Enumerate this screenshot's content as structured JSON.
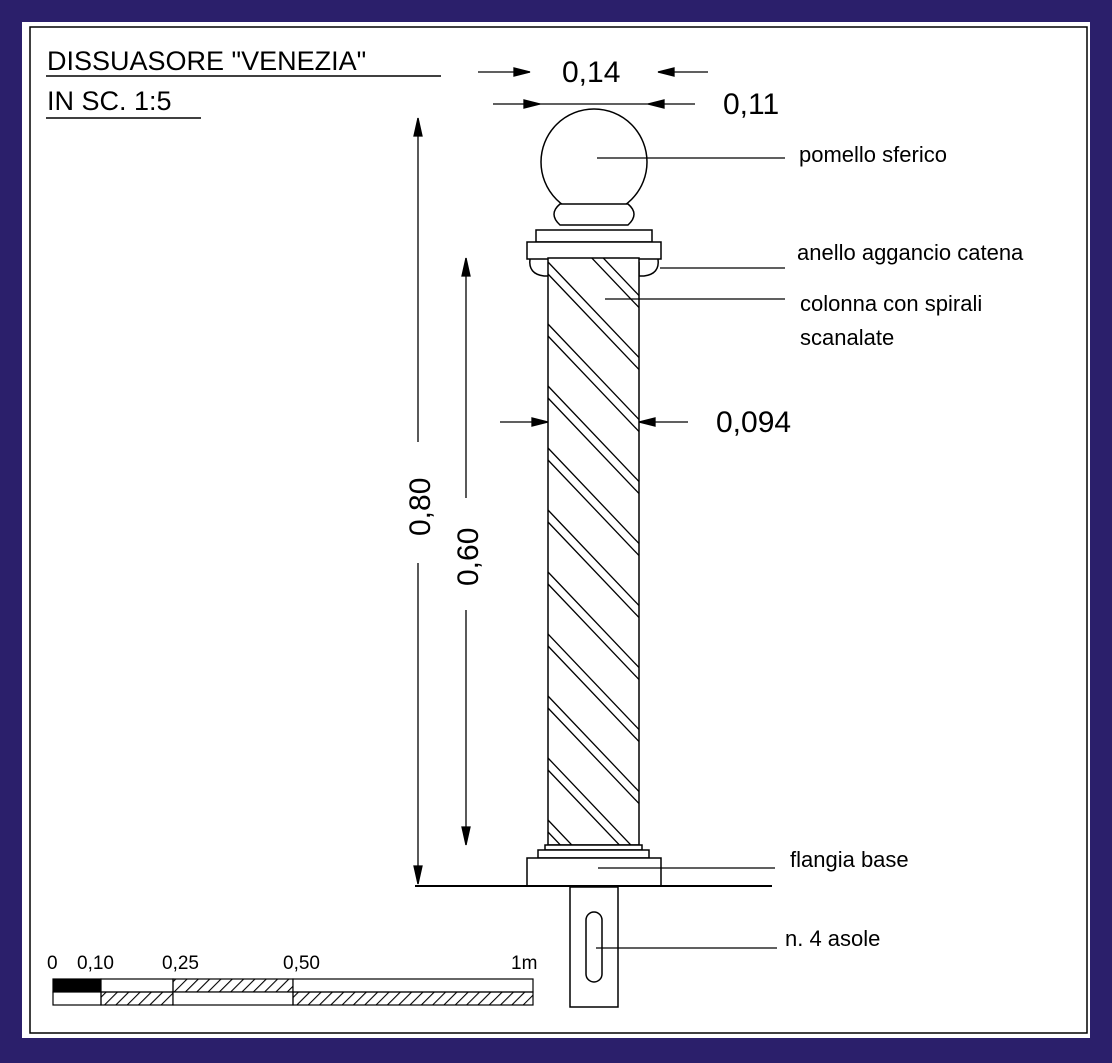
{
  "title": {
    "line1": "DISSUASORE \"VENEZIA\"",
    "line2": "IN SC. 1:5"
  },
  "dimensions": {
    "knob_total_width": "0,14",
    "knob_width": "0,11",
    "column_width": "0,094",
    "total_height": "0,80",
    "column_height": "0,60"
  },
  "labels": {
    "knob": "pomello sferico",
    "ring": "anello aggancio catena",
    "column_line1": "colonna con spirali",
    "column_line2": "scanalate",
    "flange": "flangia base",
    "slots": "n. 4 asole"
  },
  "scale_bar": {
    "ticks": [
      "0",
      "0,10",
      "0,25",
      "0,50",
      "1m"
    ]
  },
  "colors": {
    "border": "#2b1f6b",
    "paper": "#ffffff",
    "ink": "#000000"
  }
}
